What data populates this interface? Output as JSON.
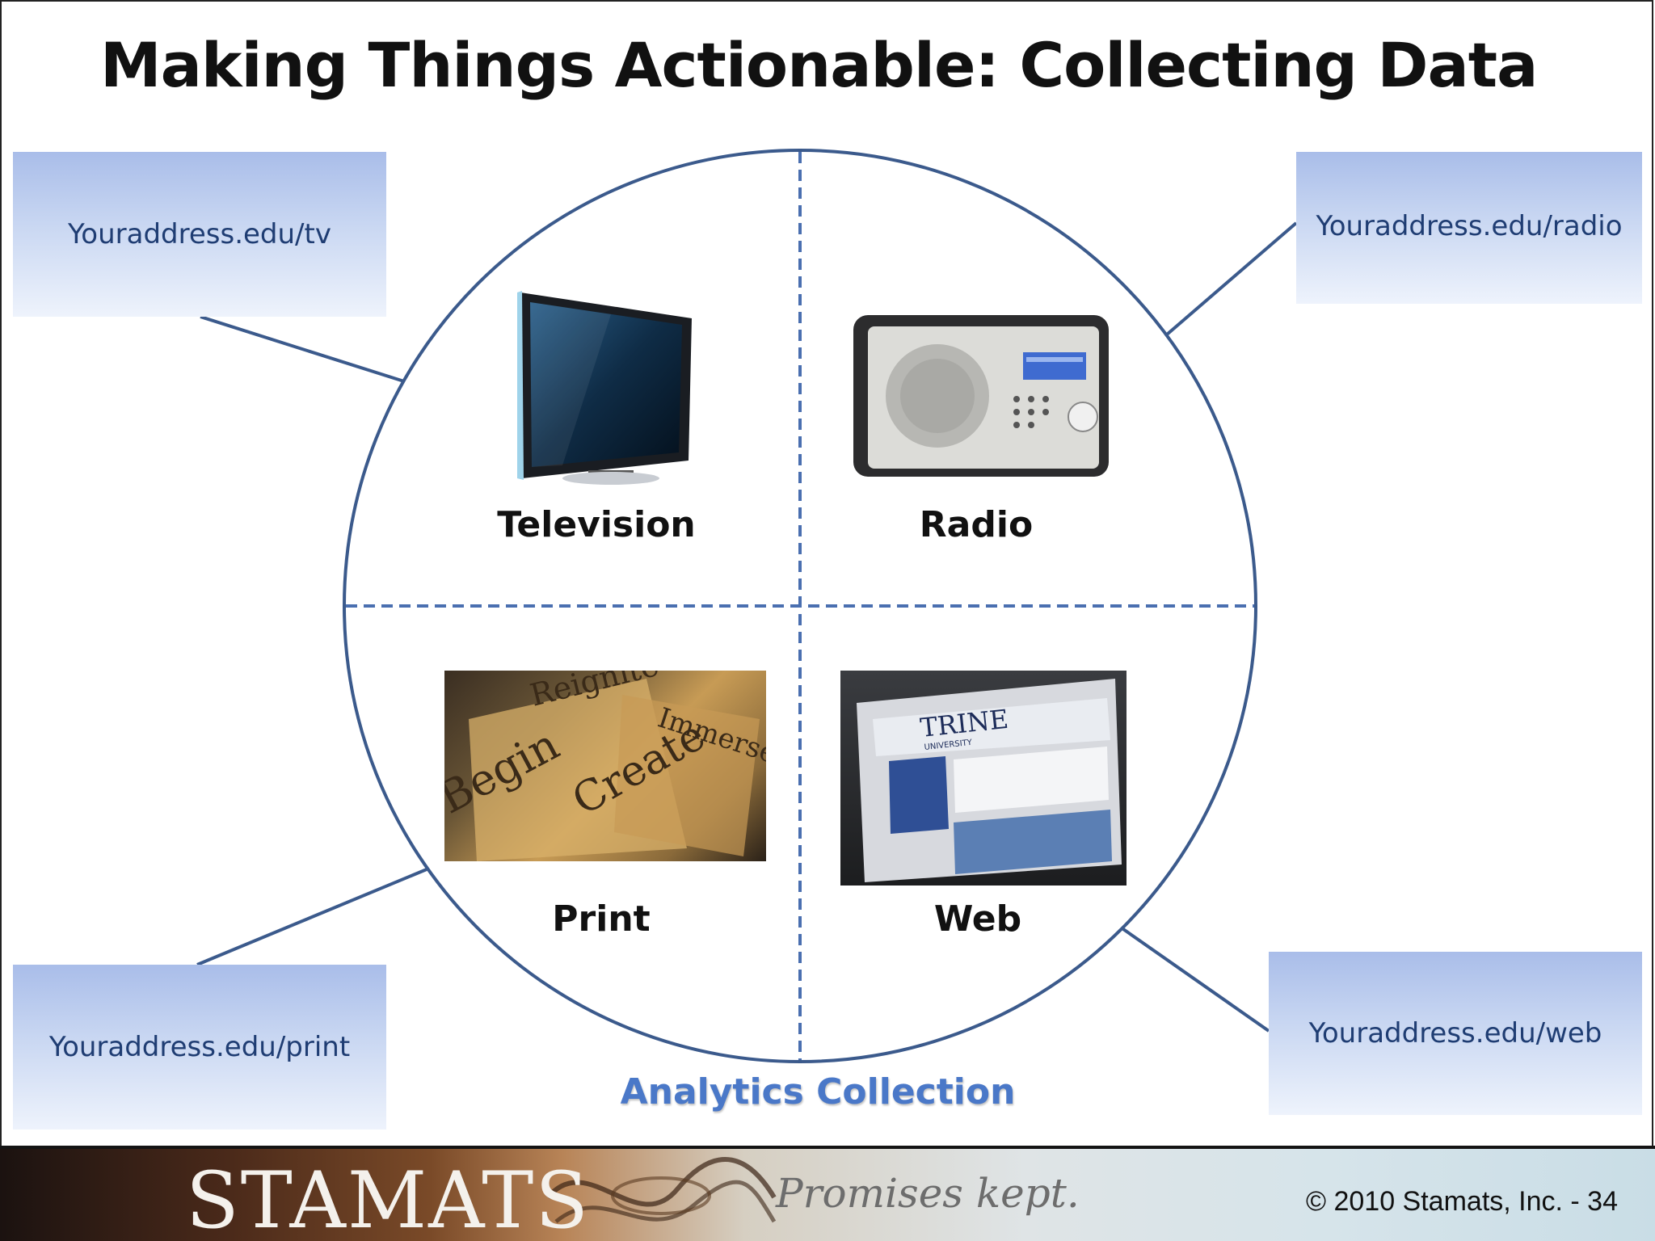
{
  "slide": {
    "title": "Making Things Actionable: Collecting Data"
  },
  "quadrants": {
    "tv": {
      "label": "Television",
      "url": "Youraddress.edu/tv"
    },
    "radio": {
      "label": "Radio",
      "url": "Youraddress.edu/radio"
    },
    "print": {
      "label": "Print",
      "url": "Youraddress.edu/print"
    },
    "web": {
      "label": "Web",
      "url": "Youraddress.edu/web"
    }
  },
  "center_caption": "Analytics Collection",
  "print_image_words": [
    "Reignite",
    "Immerse",
    "Begin",
    "Create"
  ],
  "web_image_words": [
    "TRINE",
    "UNIVERSITY"
  ],
  "footer": {
    "brand": "STAMATS",
    "tagline": "Promises kept.",
    "copyright": "© 2010 Stamats, Inc. - 34"
  },
  "colors": {
    "circle_stroke": "#3b5a8c",
    "connector": "#3b5a8c",
    "url_text": "#1f3d73",
    "caption": "#4a78c8"
  }
}
